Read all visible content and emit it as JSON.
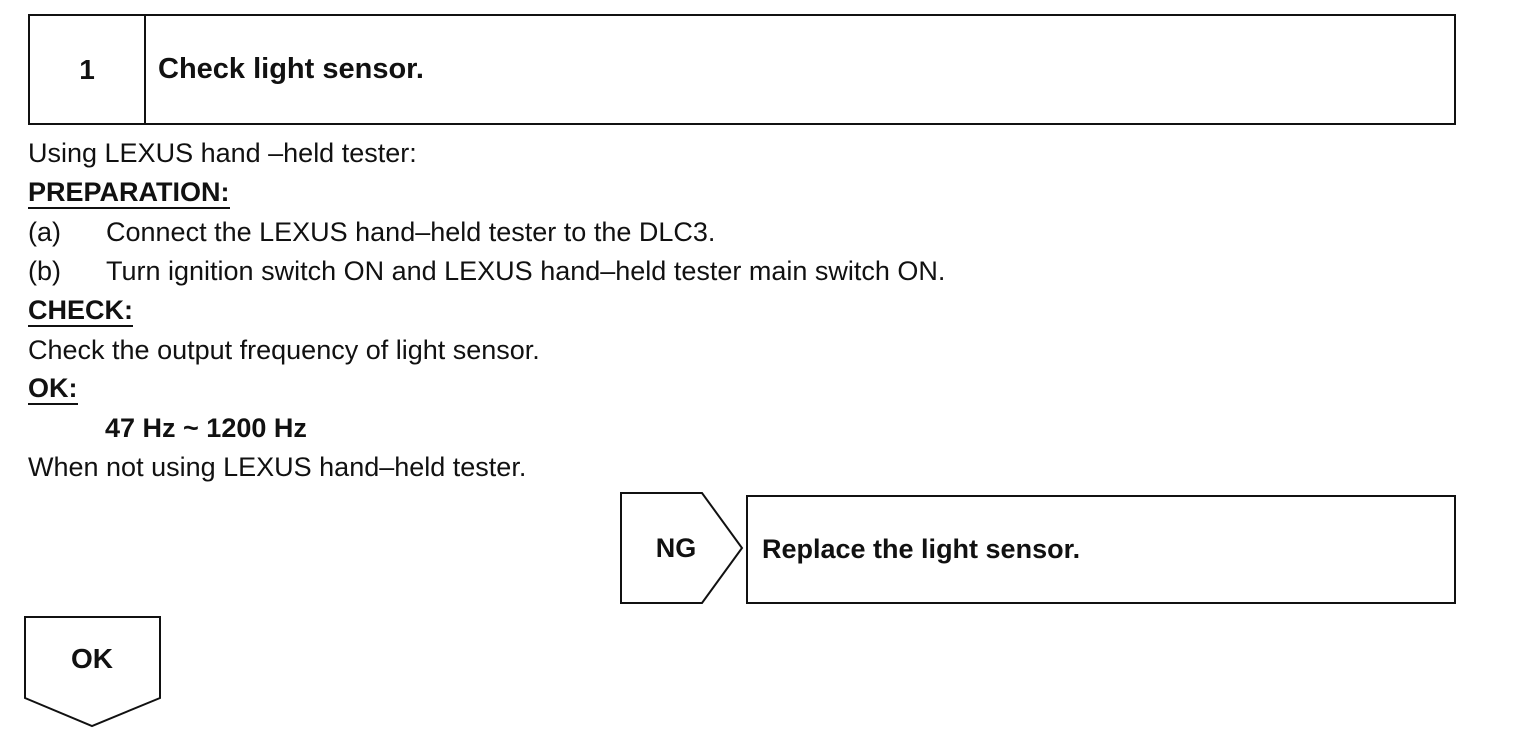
{
  "step": {
    "number": "1",
    "title": "Check light sensor."
  },
  "intro": "Using LEXUS hand –held tester:",
  "preparation": {
    "heading": "PREPARATION:",
    "items": [
      {
        "key": "(a)",
        "text": "Connect the LEXUS hand–held tester to the DLC3."
      },
      {
        "key": "(b)",
        "text": "Turn ignition switch ON and LEXUS hand–held tester main switch ON."
      }
    ]
  },
  "check": {
    "heading": "CHECK:",
    "text": "Check the output frequency of light sensor."
  },
  "ok": {
    "heading": "OK:",
    "spec": "47 Hz ~ 1200 Hz"
  },
  "note": "When not using LEXUS hand–held tester.",
  "ng_branch": {
    "label": "NG",
    "result": "Replace the light sensor."
  },
  "ok_branch": {
    "label": "OK"
  }
}
